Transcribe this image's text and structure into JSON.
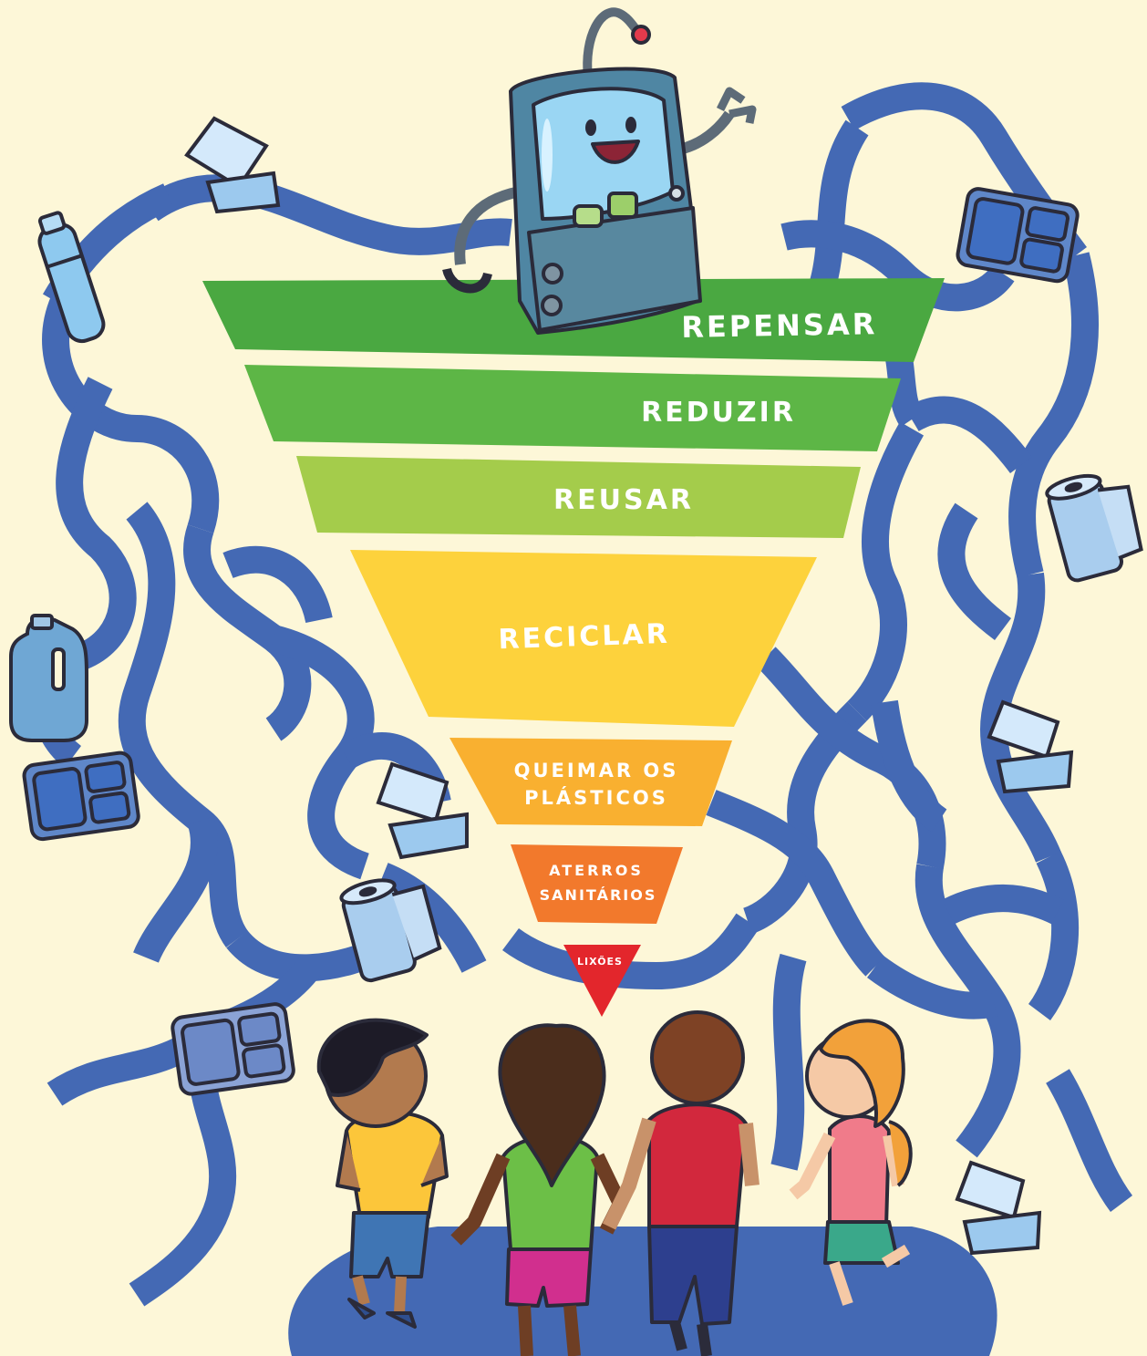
{
  "colors": {
    "background": "#fdf7d8",
    "maze": "#4469b4",
    "tier_repensar": "#4aa841",
    "tier_reduzir": "#5db646",
    "tier_reusar": "#a4cc4b",
    "tier_reciclar": "#fdd23c",
    "tier_queimar": "#f9b030",
    "tier_aterros": "#f2792c",
    "tier_lixoes": "#e3262c"
  },
  "hierarchy": {
    "tiers": [
      {
        "key": "repensar",
        "lines": [
          "REPENSAR"
        ]
      },
      {
        "key": "reduzir",
        "lines": [
          "REDUZIR"
        ]
      },
      {
        "key": "reusar",
        "lines": [
          "REUSAR"
        ]
      },
      {
        "key": "reciclar",
        "lines": [
          "RECICLAR"
        ]
      },
      {
        "key": "queimar",
        "lines": [
          "QUEIMAR OS",
          "PLÁSTICOS"
        ]
      },
      {
        "key": "aterros",
        "lines": [
          "ATERROS",
          "SANITÁRIOS"
        ]
      },
      {
        "key": "lixoes",
        "lines": [
          "LIXÕES"
        ]
      }
    ]
  },
  "icons": [
    "robot-icon",
    "plastic-bottle-icon",
    "milk-jug-icon",
    "food-container-icon",
    "lunch-tray-icon",
    "paper-towel-roll-icon",
    "child-icon"
  ]
}
